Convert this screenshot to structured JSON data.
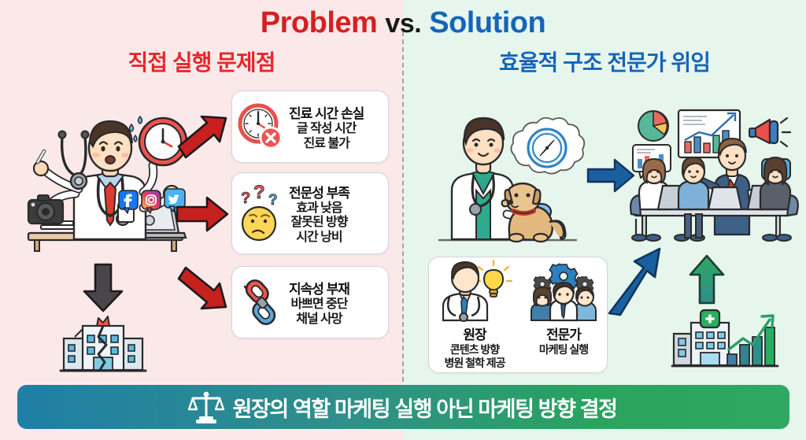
{
  "title": {
    "problem": "Problem",
    "vs": "vs.",
    "solution": "Solution"
  },
  "headings": {
    "left": "직접 실행 문제점",
    "right": "효율적 구조 전문가 위임"
  },
  "colors": {
    "problem_red": "#d62020",
    "solution_blue": "#1565b8",
    "left_bg": "#fbe9ea",
    "right_bg": "#e6f6ed",
    "banner_start": "#1f7fa5",
    "banner_end": "#2fa862",
    "arrow_red": "#c6201f",
    "arrow_blue": "#1a5fa0",
    "arrow_green": "#2f9e68",
    "arrow_gray": "#4a4548"
  },
  "problem_cards": [
    {
      "icon": "clock-error-icon",
      "title": "진료 시간 손실",
      "lines": [
        "글 작성 시간",
        "진료 불가"
      ]
    },
    {
      "icon": "confused-face-icon",
      "title": "전문성 부족",
      "lines": [
        "효과 낮음",
        "잘못된 방향",
        "시간 낭비"
      ]
    },
    {
      "icon": "broken-chain-icon",
      "title": "지속성 부재",
      "lines": [
        "바쁘면 중단",
        "채널 사망"
      ]
    }
  ],
  "solution_card": {
    "roles": [
      {
        "icon": "doctor-idea-icon",
        "name": "원장",
        "lines": [
          "콘텐츠 방향",
          "병원 철학 제공"
        ]
      },
      {
        "icon": "expert-team-gears-icon",
        "name": "전문가",
        "lines": [
          "마케팅 실행"
        ]
      }
    ]
  },
  "illustrations": {
    "left_main": "stressed-doctor-multitasking",
    "left_social_icons": [
      "facebook-icon",
      "instagram-icon",
      "twitter-icon"
    ],
    "left_result": "cracked-hospital-building",
    "right_main": "vet-with-dog-compass-thought",
    "right_team": "marketing-team-meeting",
    "right_result": "hospital-growth-chart"
  },
  "arrows": {
    "problem_up": "red-arrow-up-right",
    "problem_right": "red-arrow-right",
    "problem_down": "red-arrow-down-right",
    "failure_down": "gray-arrow-down",
    "solution_right": "blue-arrow-right",
    "solution_diagonal": "blue-arrow-up-right",
    "growth_up": "green-arrow-up"
  },
  "banner": {
    "icon": "scales-balance-icon",
    "text": "원장의 역할 마케팅 실행 아닌 마케팅 방향 결정"
  }
}
